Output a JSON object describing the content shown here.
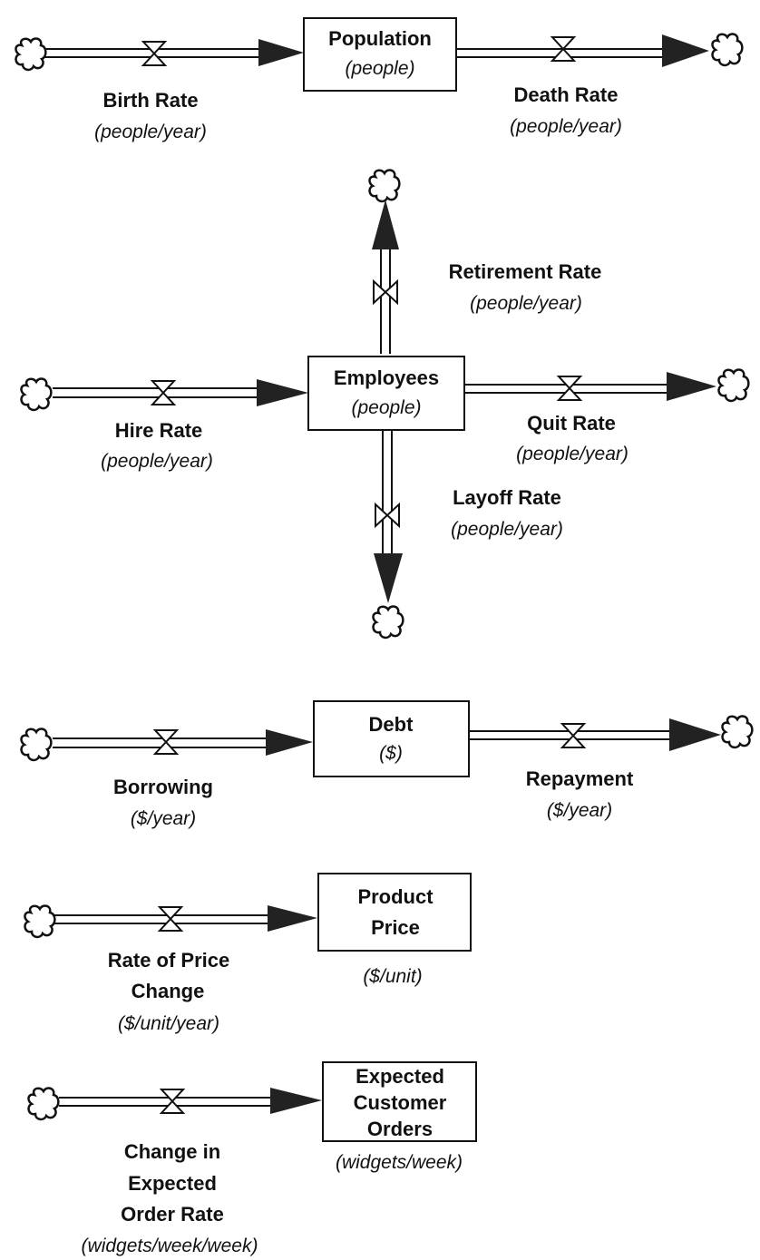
{
  "diagrams": {
    "population": {
      "stock": {
        "name": "Population",
        "unit": "(people)"
      },
      "inflow": {
        "name": "Birth Rate",
        "unit": "(people/year)"
      },
      "outflow": {
        "name": "Death Rate",
        "unit": "(people/year)"
      }
    },
    "employees": {
      "stock": {
        "name": "Employees",
        "unit": "(people)"
      },
      "hire": {
        "name": "Hire Rate",
        "unit": "(people/year)"
      },
      "quit": {
        "name": "Quit Rate",
        "unit": "(people/year)"
      },
      "retirement": {
        "name": "Retirement Rate",
        "unit": "(people/year)"
      },
      "layoff": {
        "name": "Layoff Rate",
        "unit": "(people/year)"
      }
    },
    "debt": {
      "stock": {
        "name": "Debt",
        "unit": "($)"
      },
      "inflow": {
        "name": "Borrowing",
        "unit": "($/year)"
      },
      "outflow": {
        "name": "Repayment",
        "unit": "($/year)"
      }
    },
    "price": {
      "stock": {
        "name_line1": "Product",
        "name_line2": "Price",
        "unit": "($/unit)"
      },
      "inflow": {
        "name_line1": "Rate of Price",
        "name_line2": "Change",
        "unit": "($/unit/year)"
      }
    },
    "orders": {
      "stock": {
        "name_line1": "Expected",
        "name_line2": "Customer",
        "name_line3": "Orders",
        "unit": "(widgets/week)"
      },
      "inflow": {
        "name_line1": "Change in",
        "name_line2": "Expected",
        "name_line3": "Order Rate",
        "unit": "(widgets/week/week)"
      }
    }
  }
}
